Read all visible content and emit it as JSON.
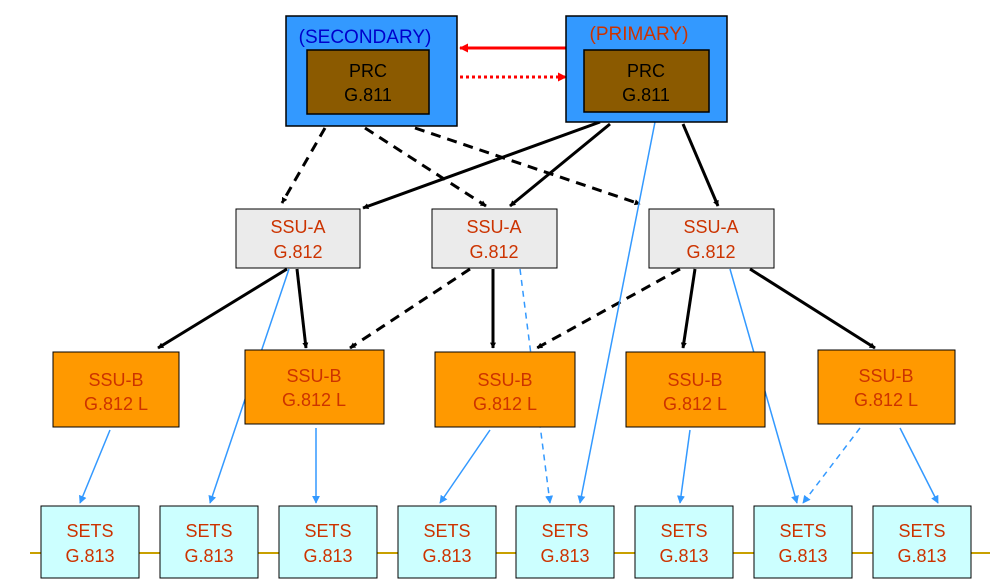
{
  "prc": {
    "secondary": {
      "role": "(SECONDARY)",
      "line1": "PRC",
      "line2": "G.811"
    },
    "primary": {
      "role": "(PRIMARY)",
      "line1": "PRC",
      "line2": "G.811"
    }
  },
  "ssu_a": [
    {
      "line1": "SSU-A",
      "line2": "G.812"
    },
    {
      "line1": "SSU-A",
      "line2": "G.812"
    },
    {
      "line1": "SSU-A",
      "line2": "G.812"
    }
  ],
  "ssu_b": [
    {
      "line1": "SSU-B",
      "line2": "G.812 L"
    },
    {
      "line1": "SSU-B",
      "line2": "G.812 L"
    },
    {
      "line1": "SSU-B",
      "line2": "G.812 L"
    },
    {
      "line1": "SSU-B",
      "line2": "G.812 L"
    },
    {
      "line1": "SSU-B",
      "line2": "G.812 L"
    }
  ],
  "sets": [
    {
      "line1": "SETS",
      "line2": "G.813"
    },
    {
      "line1": "SETS",
      "line2": "G.813"
    },
    {
      "line1": "SETS",
      "line2": "G.813"
    },
    {
      "line1": "SETS",
      "line2": "G.813"
    },
    {
      "line1": "SETS",
      "line2": "G.813"
    },
    {
      "line1": "SETS",
      "line2": "G.813"
    },
    {
      "line1": "SETS",
      "line2": "G.813"
    },
    {
      "line1": "SETS",
      "line2": "G.813"
    }
  ],
  "colors": {
    "prc_outer": "#3399ff",
    "prc_inner": "#8b5a00",
    "ssu_a_fill": "#ebebeb",
    "ssu_b_fill": "#ff9900",
    "sets_fill": "#ccffff",
    "text_red": "#cc3300",
    "text_blue": "#0000cc",
    "link_black": "#000000",
    "link_blue": "#3399ff",
    "link_red": "#ff0000",
    "bus": "#c8a000"
  }
}
